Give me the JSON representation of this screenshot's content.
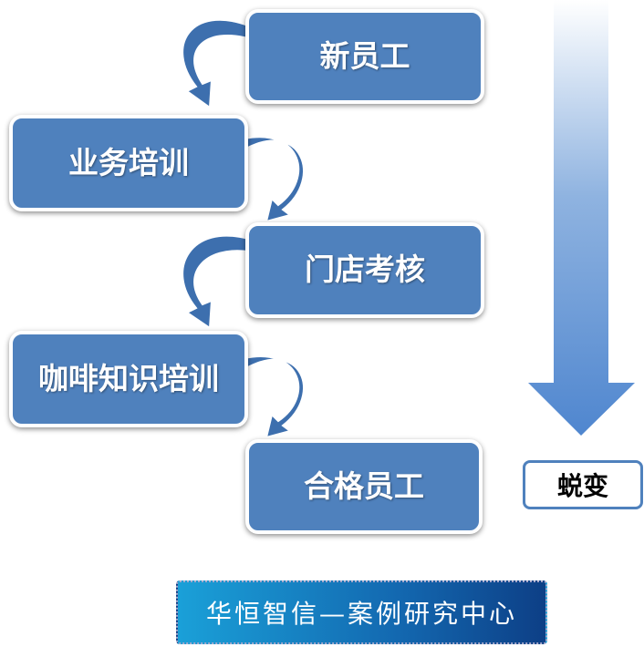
{
  "steps": [
    "新员工",
    "业务培训",
    "门店考核",
    "咖啡知识培训",
    "合格员工"
  ],
  "transform_label": "蜕变",
  "footer": "华恒智信—案例研究中心",
  "colors": {
    "box": "#4f81bd",
    "arrow": "#3a6aa8"
  }
}
